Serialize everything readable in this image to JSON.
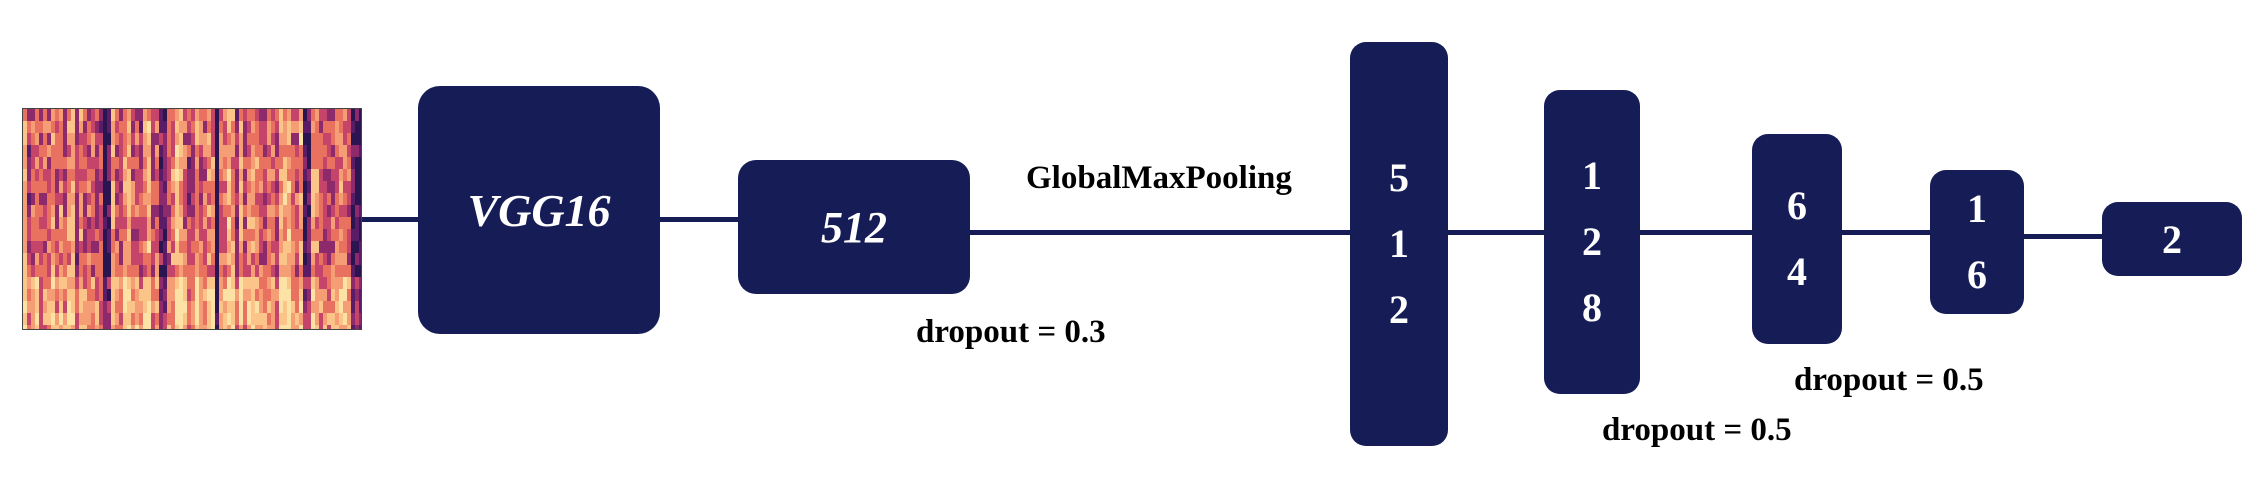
{
  "blocks": {
    "vgg": "VGG16",
    "dense512_flat": "512",
    "dense512_vert": [
      "5",
      "1",
      "2"
    ],
    "dense128_vert": [
      "1",
      "2",
      "8"
    ],
    "dense64_vert": [
      "6",
      "4"
    ],
    "dense16_vert": [
      "1",
      "6"
    ],
    "output": "2"
  },
  "labels": {
    "pooling": "GlobalMaxPooling",
    "dropout_1": "dropout = 0.3",
    "dropout_2": "dropout = 0.5",
    "dropout_3": "dropout = 0.5"
  },
  "colors": {
    "block": "#161d56",
    "spectrogram_dark": "#2a1550",
    "spectrogram_mid": "#c4446a",
    "spectrogram_light": "#fde2a5"
  }
}
